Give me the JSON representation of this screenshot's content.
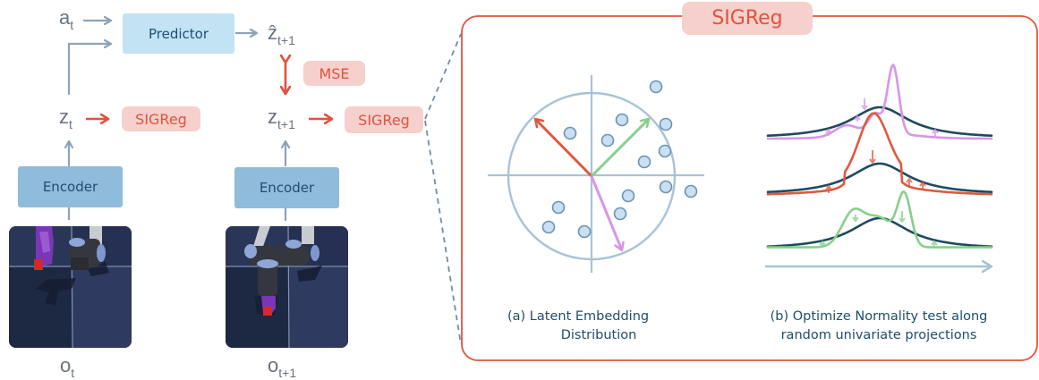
{
  "left_pipeline": {
    "action_symbol": "a",
    "action_sub": "t",
    "predictor_label": "Predictor",
    "predicted_symbol": "ẑ",
    "predicted_sub": "t+1",
    "mse_label": "MSE",
    "latent_t_symbol": "z",
    "latent_t_sub": "t",
    "latent_t1_symbol": "z",
    "latent_t1_sub": "t+1",
    "sigreg_label_t": "SIGReg",
    "sigreg_label_t1": "SIGReg",
    "encoder_label_t": "Encoder",
    "encoder_label_t1": "Encoder",
    "obs_t_symbol": "o",
    "obs_t_sub": "t",
    "obs_t1_symbol": "o",
    "obs_t1_sub": "t+1"
  },
  "sigreg_panel": {
    "title": "SIGReg",
    "caption_a_line1": "(a)  Latent Embedding",
    "caption_a_line2": "Distribution",
    "caption_b_line1": "(b) Optimize Normality test along",
    "caption_b_line2": "random univariate projections",
    "projection_colors": {
      "red": "#dd5a3f",
      "green": "#86d08a",
      "purple": "#d895e8"
    },
    "reference_curve_color": "#1d4a61"
  },
  "colors": {
    "accent_red": "#e0533d",
    "pill_bg": "#f5d0cd",
    "predictor_bg": "#c2e3f3",
    "encoder_bg": "#8fbcda",
    "arrow_gray": "#8fa3b5",
    "axis_blue": "#a9c3d6",
    "dot_fill": "#c9dff2",
    "dot_stroke": "#6a94b4"
  }
}
